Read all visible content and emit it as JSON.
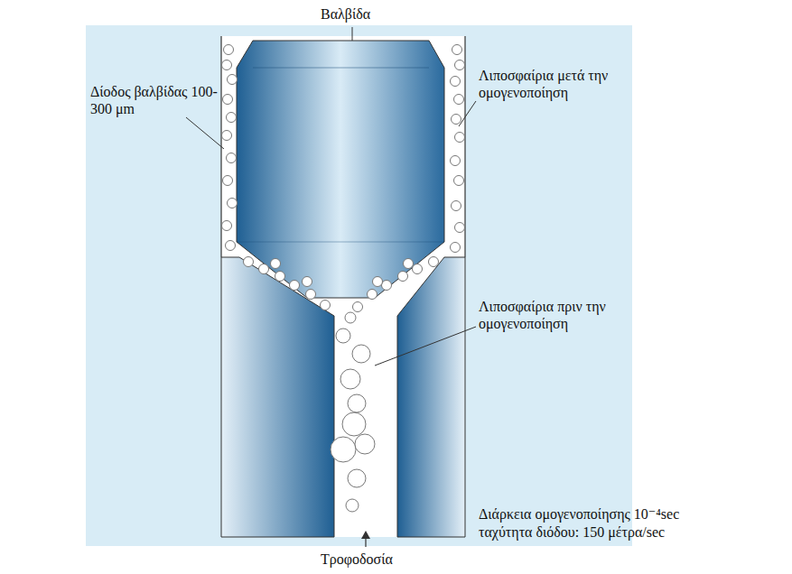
{
  "diagram": {
    "labels": [
      "Βαλβίδα",
      "Δίοδος βαλβίδας 100-300 μm",
      "Λιποσφαίρια μετά την ομογενοποίηση",
      "Λιποσφαίρια πριν την ομογενοποίηση",
      "Διάρκεια ομογενοποίησης 10⁻⁴sec",
      "ταχύτητα διόδου: 150 μέτρα/sec",
      "Τροφοδοσία"
    ]
  }
}
